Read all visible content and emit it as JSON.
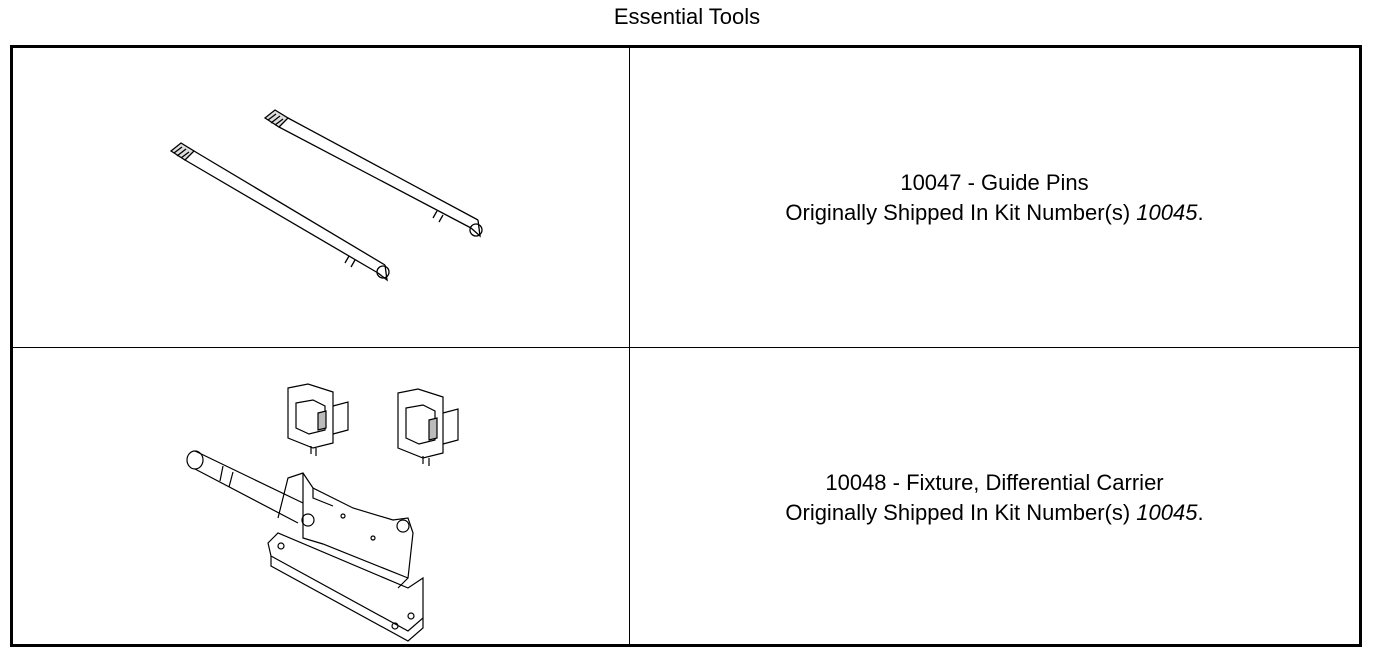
{
  "page": {
    "title": "Essential Tools"
  },
  "tools": [
    {
      "line1": "10047 - Guide Pins",
      "line2_prefix": "Originally Shipped In Kit Number(s) ",
      "kit": "10045",
      "suffix": ".",
      "illustration": "guide-pins-illustration"
    },
    {
      "line1": "10048 - Fixture, Differential Carrier",
      "line2_prefix": "Originally Shipped In Kit Number(s) ",
      "kit": "10045",
      "suffix": ".",
      "illustration": "fixture-illustration"
    }
  ]
}
